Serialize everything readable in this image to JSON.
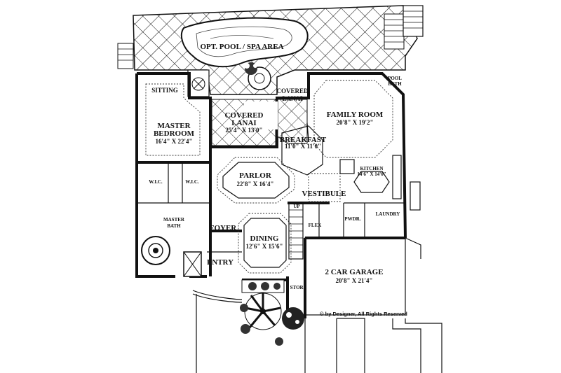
{
  "labels": {
    "pool": "OPT. POOL / SPA AREA",
    "pool_bath_1": "POOL",
    "pool_bath_2": "BATH",
    "sitting": "SITTING",
    "covered_lanai_small_1": "COVERED",
    "covered_lanai_small_2": "LANAI",
    "family_room": "FAMILY ROOM",
    "family_room_dim": "20'8\" X 19'2\"",
    "master_bedroom_1": "MASTER",
    "master_bedroom_2": "BEDROOM",
    "master_bedroom_dim": "16'4\" X 22'4\"",
    "covered_lanai_1": "COVERED",
    "covered_lanai_2": "LANAI",
    "covered_lanai_dim": "25'4\" X 13'0\"",
    "breakfast": "BREAKFAST",
    "breakfast_dim": "11'0\" X 11'0\"",
    "kitchen": "KITCHEN",
    "kitchen_dim": "14'6\" X 14'0\"",
    "parlor": "PARLOR",
    "parlor_dim": "22'8\" X 16'4\"",
    "wic_1": "W.I.C.",
    "wic_2": "W.I.C.",
    "vestibule": "VESTIBULE",
    "up": "UP",
    "master_bath_1": "MASTER",
    "master_bath_2": "BATH",
    "foyer": "FOYER",
    "dining": "DINING",
    "dining_dim": "12'6\" X 15'6\"",
    "flex": "FLEX",
    "pwdr": "PWDR.",
    "laundry": "LAUNDRY",
    "entry": "ENTRY",
    "garage": "2 CAR GARAGE",
    "garage_dim": "20'8\" X 21'4\"",
    "stor": "STOR.",
    "copyright": "© by Designer, All Rights Reserved"
  },
  "colors": {
    "ink": "#111111",
    "paper": "#ffffff"
  }
}
